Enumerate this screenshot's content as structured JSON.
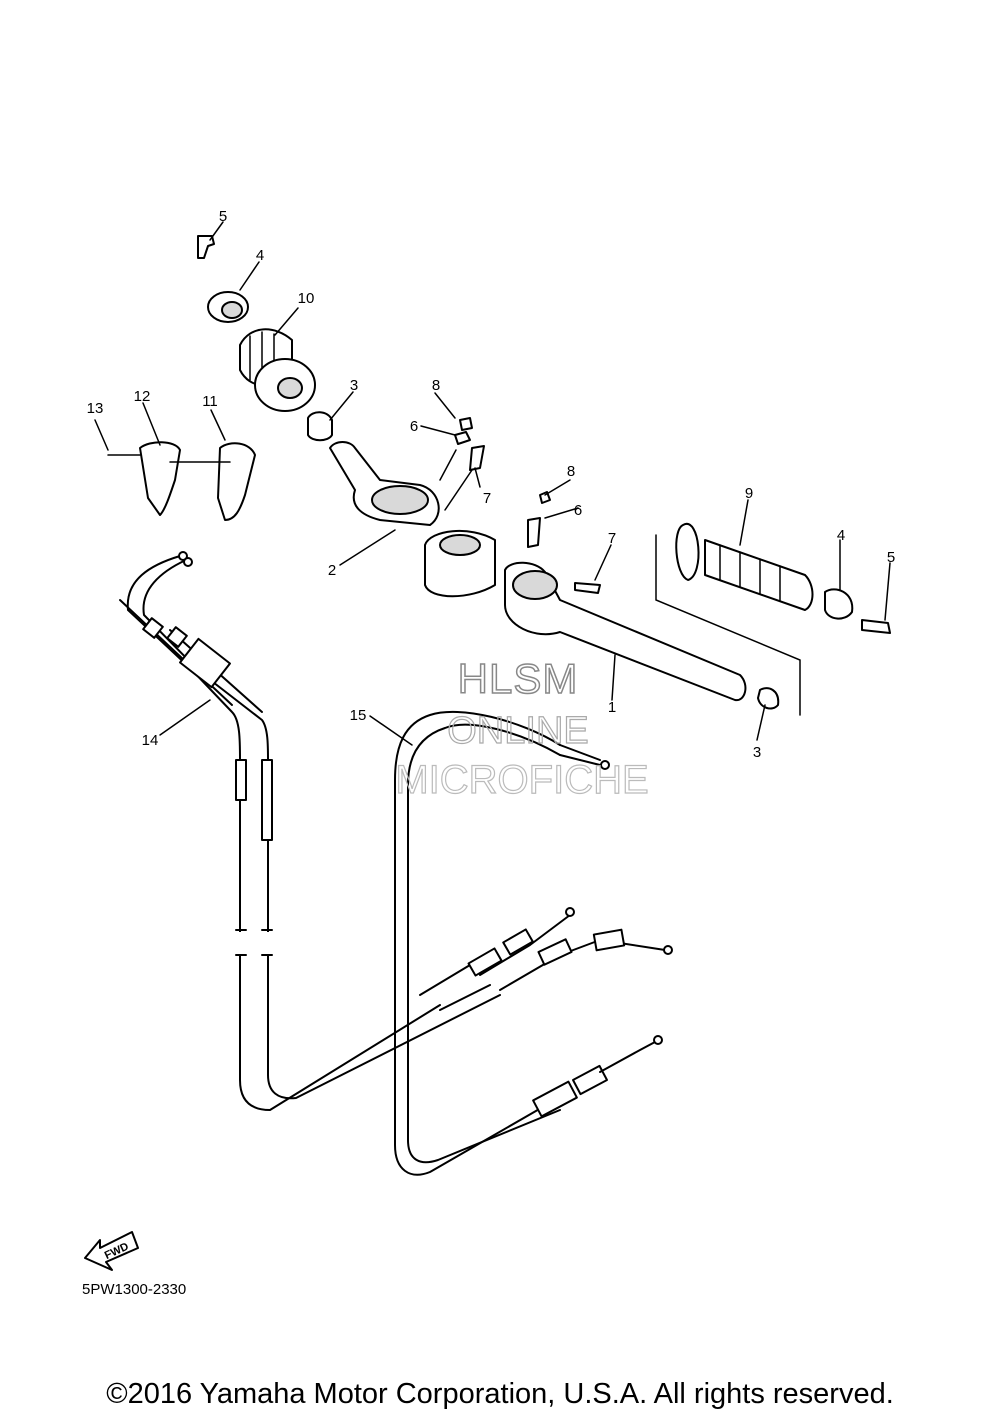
{
  "diagram_code": "5PW1300-2330",
  "fwd_label": "FWD",
  "watermark": {
    "line1": "HLSM",
    "line2": "ONLINE",
    "line3": "MICROFICHE"
  },
  "copyright": "©2016 Yamaha Motor Corporation, U.S.A. All rights reserved.",
  "callouts": {
    "c1": "1",
    "c2": "2",
    "c3a": "3",
    "c3b": "3",
    "c4a": "4",
    "c4b": "4",
    "c5a": "5",
    "c5b": "5",
    "c6a": "6",
    "c6b": "6",
    "c7a": "7",
    "c7b": "7",
    "c8a": "8",
    "c8b": "8",
    "c9": "9",
    "c10": "10",
    "c11": "11",
    "c12": "12",
    "c13": "13",
    "c14": "14",
    "c15": "15"
  }
}
